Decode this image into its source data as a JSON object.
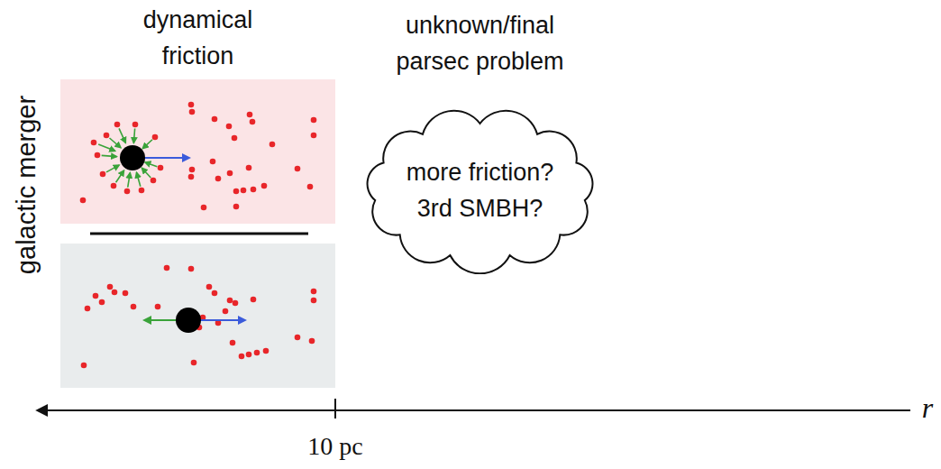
{
  "diagram": {
    "nodes": [
      {
        "text": [
          "dynamical friction"
        ]
      },
      {
        "text": [
          "unknown/final parsec problem",
          "more friction? 3rd SMBH?"
        ]
      }
    ],
    "labels": [
      "galactic merger",
      "10 pc",
      "r"
    ]
  }
}
